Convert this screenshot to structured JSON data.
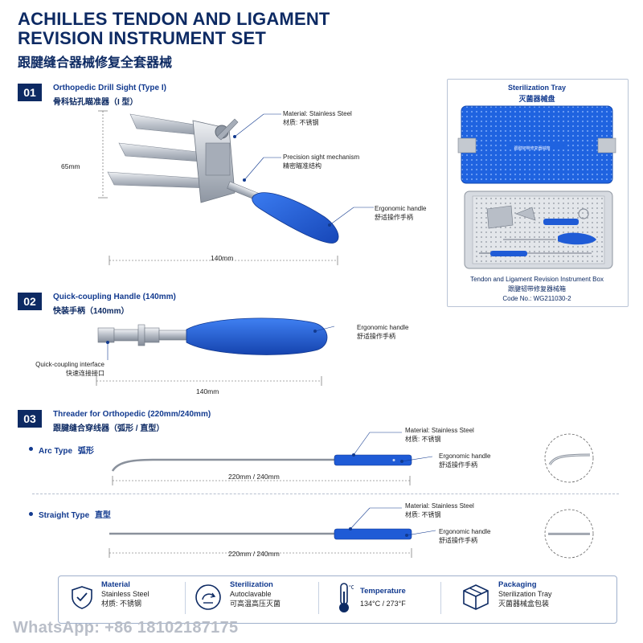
{
  "header": {
    "title_line1": "ACHILLES TENDON AND LIGAMENT",
    "title_line2": "REVISION INSTRUMENT SET",
    "title_cn": "跟腱缝合器械修复全套器械"
  },
  "section1": {
    "number": "01",
    "title": "Orthopedic Drill Sight (Type I)",
    "title_cn": "骨科钻孔瞄准器（I 型）",
    "label_material": "Material: Stainless Steel",
    "label_material_cn": "材质: 不锈钢",
    "label_mechanism": "Precision sight mechanism",
    "label_mechanism_cn": "精密瞄准结构",
    "label_handle": "Ergonomic handle",
    "label_handle_cn": "舒适操作手柄",
    "dim_height": "65mm",
    "dim_length": "140mm"
  },
  "section2": {
    "number": "02",
    "title": "Quick-coupling Handle (140mm)",
    "title_cn": "快装手柄（140mm）",
    "label_handle": "Ergonomic handle",
    "label_handle_cn": "舒适操作手柄",
    "label_interface": "Quick-coupling interface",
    "label_interface_cn": "快速连接接口",
    "dim_length": "140mm"
  },
  "section3": {
    "number": "03",
    "title": "Threader for Orthopedic (220mm/240mm)",
    "title_cn": "跟腱缝合穿线器（弧形 / 直型）",
    "arc": {
      "title": "Arc Type",
      "title_cn": "弧形",
      "label_material": "Material: Stainless Steel",
      "label_material_cn": "材质: 不锈钢",
      "label_handle": "Ergonomic handle",
      "label_handle_cn": "舒适操作手柄",
      "dim": "220mm / 240mm"
    },
    "straight": {
      "title": "Straight Type",
      "title_cn": "直型",
      "label_material": "Material: Stainless Steel",
      "label_material_cn": "材质: 不锈钢",
      "label_handle": "Ergonomic handle",
      "label_handle_cn": "舒适操作手柄",
      "dim": "220mm / 240mm"
    }
  },
  "tray": {
    "title": "Sterilization Tray",
    "title_cn": "灭菌器械盘",
    "lid_text": "跟腱韧带修复器械箱",
    "caption": "Tendon and Ligament Revision Instrument Box",
    "caption_cn": "跟腱韧带修复器械箱",
    "code": "Code No.: WG211030-2"
  },
  "footer": {
    "material_title": "Material",
    "material_value": "Stainless Steel",
    "material_value_cn": "材质: 不锈钢",
    "sterilization_title": "Sterilization",
    "sterilization_value": "Autoclavable",
    "sterilization_value_cn": "可高温高压灭菌",
    "temperature_title": "Temperature",
    "temperature_value": "134°C / 273°F",
    "packaging_title": "Packaging",
    "packaging_value": "Sterilization Tray",
    "packaging_value_cn": "灭菌器械盒包装"
  },
  "watermark": "WhatsApp:  +86 18102187175",
  "icons": [
    "shield-check-icon",
    "autoclave-icon",
    "thermometer-icon",
    "package-box-icon"
  ],
  "colors": {
    "navy": "#0d2a63",
    "accent_blue": "#1f5bd6",
    "steel": "#c9ced6"
  }
}
